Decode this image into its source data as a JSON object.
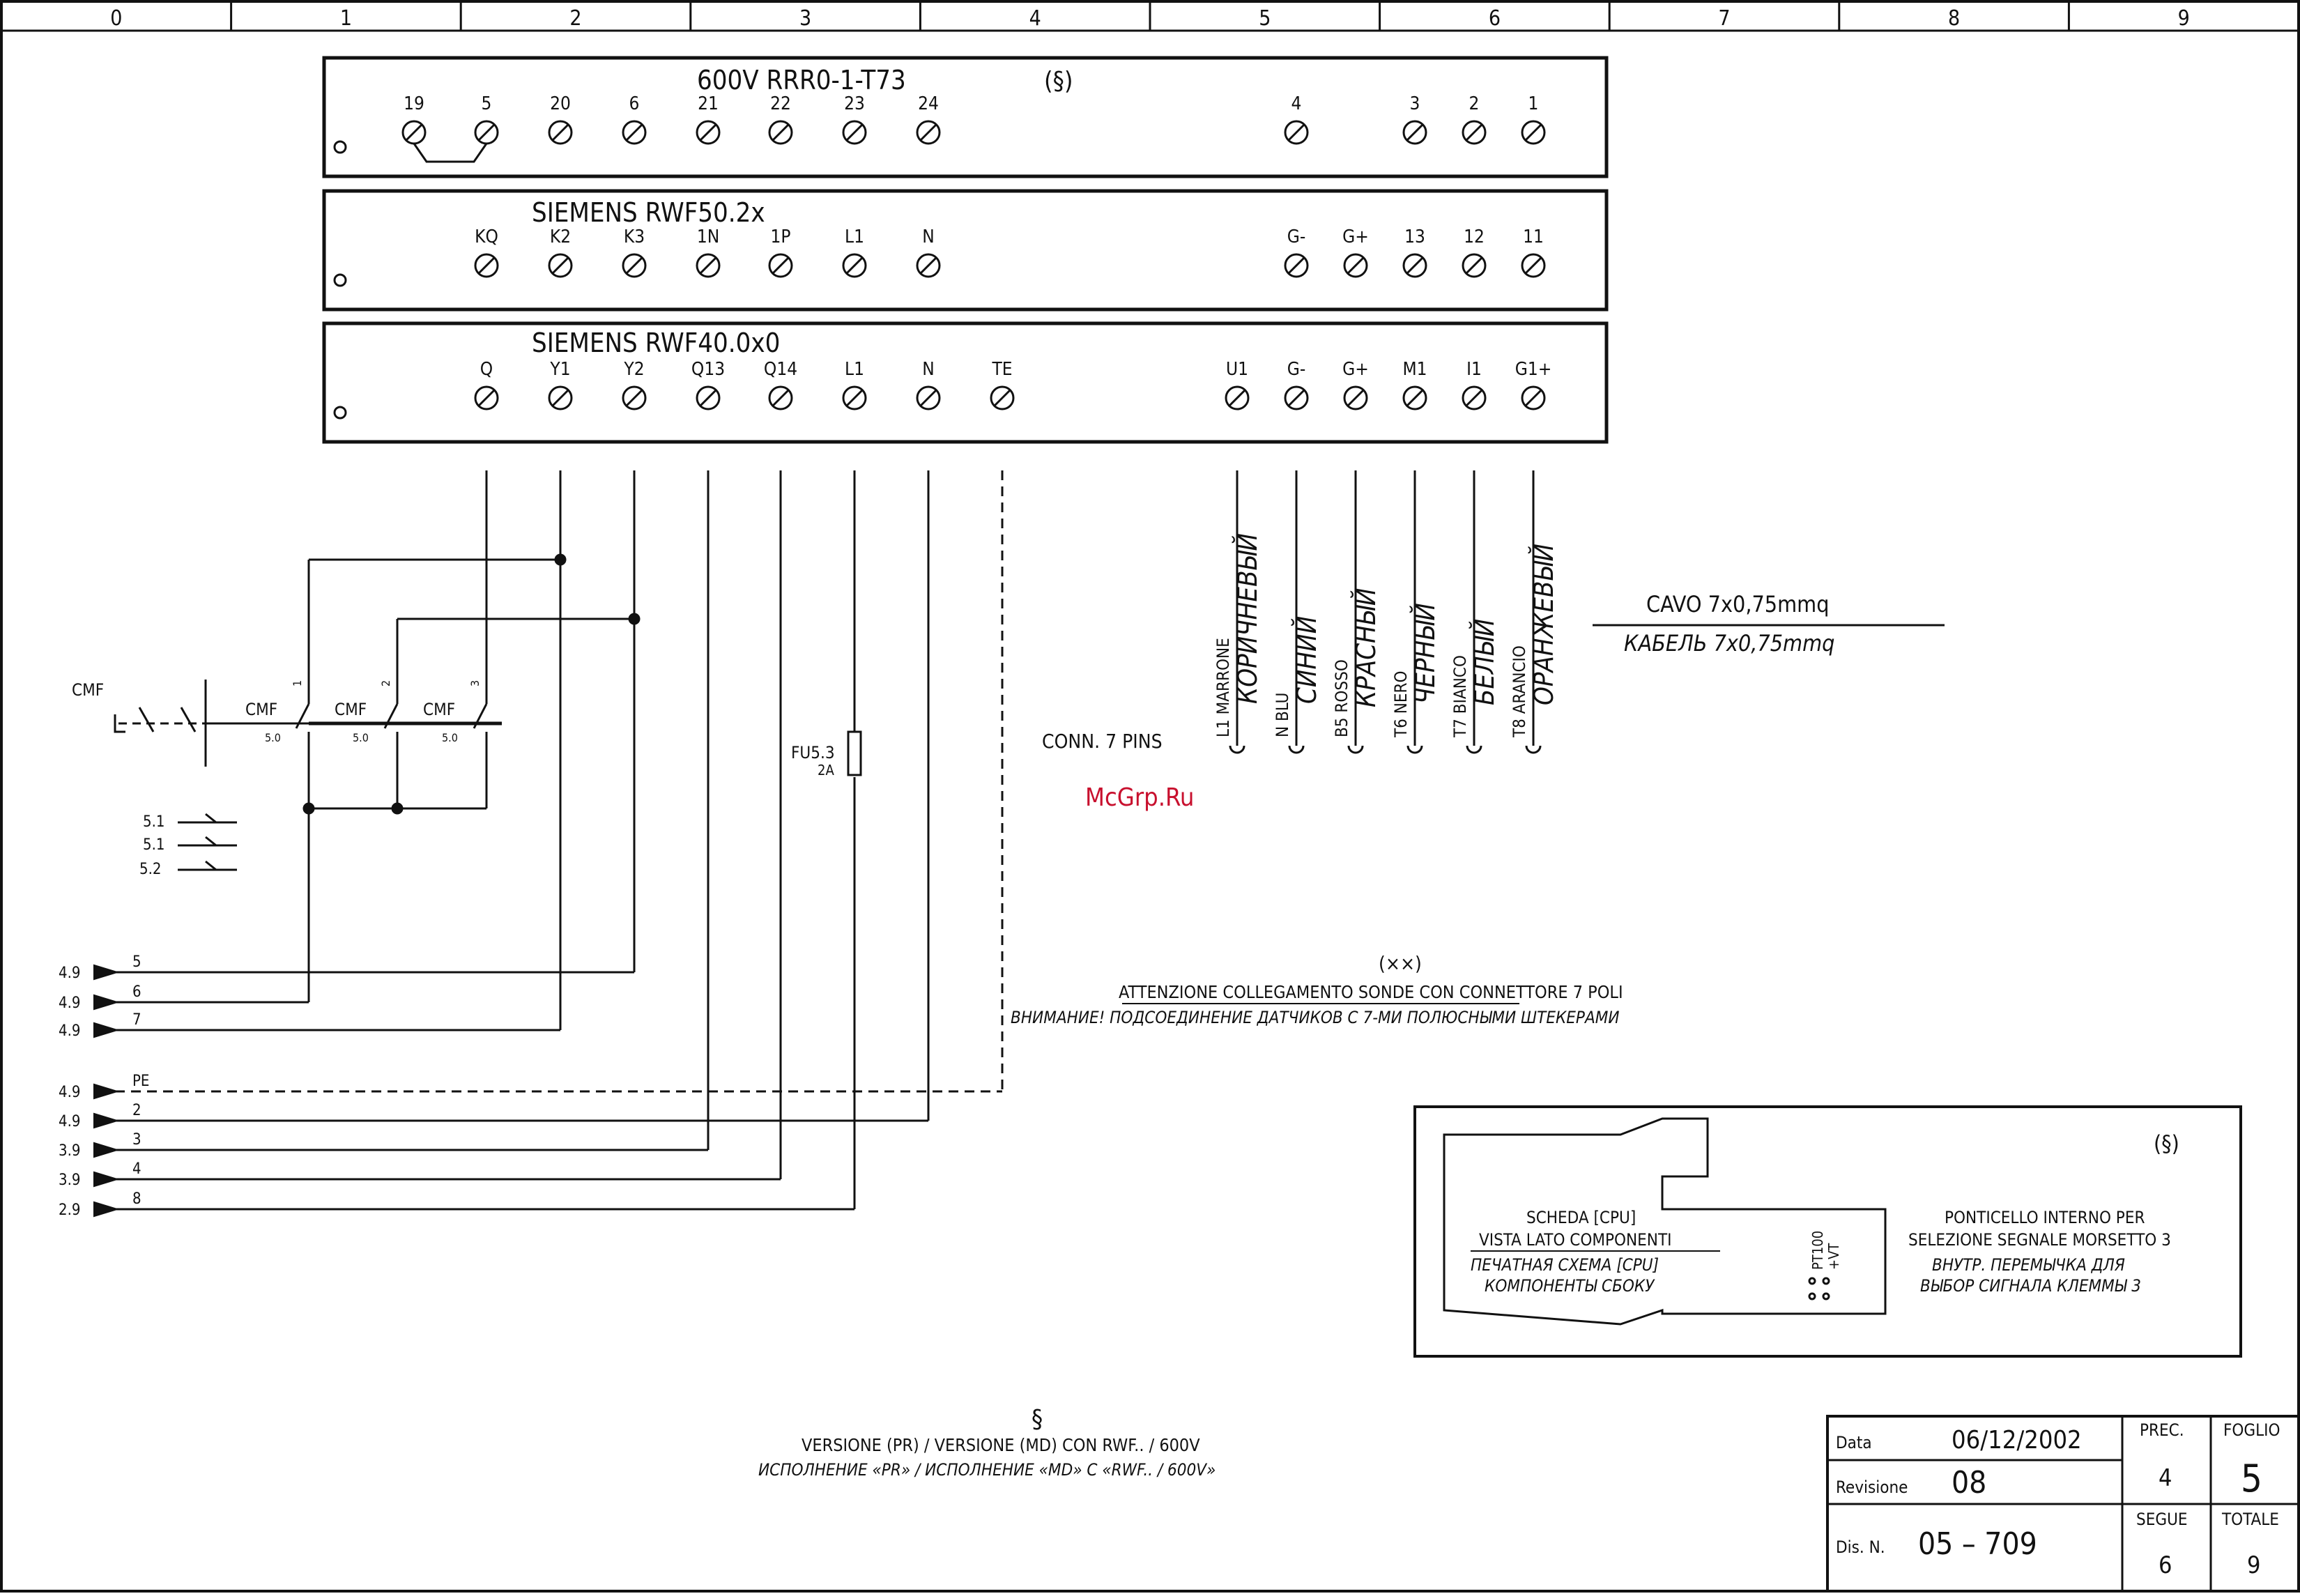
{
  "grid_columns": [
    "0",
    "1",
    "2",
    "3",
    "4",
    "5",
    "6",
    "7",
    "8",
    "9"
  ],
  "terminal_blocks": [
    {
      "title": "600V RRR0-1-T73",
      "note": "(§)",
      "left_terminals": [
        "19",
        "5",
        "20",
        "6",
        "21",
        "22",
        "23",
        "24"
      ],
      "right_terminals": [
        "4",
        "3",
        "2",
        "1"
      ]
    },
    {
      "title": "SIEMENS RWF50.2x",
      "note": "",
      "left_terminals": [
        "KQ",
        "K2",
        "K3",
        "1N",
        "1P",
        "L1",
        "N"
      ],
      "right_terminals": [
        "G-",
        "G+",
        "13",
        "12",
        "11"
      ]
    },
    {
      "title": "SIEMENS RWF40.0x0",
      "note": "",
      "left_terminals": [
        "Q",
        "Y1",
        "Y2",
        "Q13",
        "Q14",
        "L1",
        "N",
        "TE"
      ],
      "right_terminals": [
        "U1",
        "G-",
        "G+",
        "M1",
        "I1",
        "G1+"
      ]
    }
  ],
  "contactor": {
    "label": "CMF",
    "poles": [
      "CMF",
      "CMF",
      "CMF"
    ],
    "pole_refs": [
      "5.0",
      "5.0",
      "5.0"
    ],
    "pole_numbers": [
      "1",
      "2",
      "3"
    ],
    "aux_contacts": [
      "5.1",
      "5.1",
      "5.2"
    ]
  },
  "fuse": {
    "name": "FU5.3",
    "rating": "2A"
  },
  "connector": {
    "label": "CONN. 7 PINS"
  },
  "cable_wires": [
    {
      "code": "L1 MARRONE",
      "ru": "КОРИЧНЕВЫЙ"
    },
    {
      "code": "N  BLU",
      "ru": "СИНИЙ"
    },
    {
      "code": "B5 ROSSO",
      "ru": "КРАСНЫЙ"
    },
    {
      "code": "T6 NERO",
      "ru": "ЧЕРНЫЙ"
    },
    {
      "code": "T7 BIANCO",
      "ru": "БЕЛЫЙ"
    },
    {
      "code": "T8 ARANCIO",
      "ru": "ОРАНЖЕВЫЙ"
    }
  ],
  "cable": {
    "it": "CAVO  7x0,75mmq",
    "ru": "КАБЕЛЬ  7x0,75mmq"
  },
  "watermark": "McGrp.Ru",
  "outputs": [
    {
      "ref": "4.9",
      "label": "5"
    },
    {
      "ref": "4.9",
      "label": "6"
    },
    {
      "ref": "4.9",
      "label": "7"
    },
    {
      "ref": "4.9",
      "label": "PE"
    },
    {
      "ref": "4.9",
      "label": "2"
    },
    {
      "ref": "3.9",
      "label": "3"
    },
    {
      "ref": "3.9",
      "label": "4"
    },
    {
      "ref": "2.9",
      "label": "8"
    }
  ],
  "warning": {
    "mark": "(××)",
    "it": "ATTENZIONE COLLEGAMENTO SONDE CON CONNETTORE 7 POLI",
    "ru": "ВНИМАНИЕ! ПОДСОЕДИНЕНИЕ ДАТЧИКОВ С 7-МИ ПОЛЮСНЫМИ ШТЕКЕРАМИ"
  },
  "detail_box": {
    "mark": "(§)",
    "board_it_1": "SCHEDA [CPU]",
    "board_it_2": "VISTA LATO COMPONENTI",
    "board_ru_1": "ПЕЧАТНАЯ СХЕМА [CPU]",
    "board_ru_2": "КОМПОНЕНТЫ СБОКУ",
    "pins_1": "PT100",
    "pins_2": "+VT",
    "jumper_it_1": "PONTICELLO INTERNO PER",
    "jumper_it_2": "SELEZIONE SEGNALE MORSETTO 3",
    "jumper_ru_1": "ВНУТР. ПЕРЕМЫЧКА ДЛЯ",
    "jumper_ru_2": "ВЫБОР СИГНАЛА КЛЕММЫ 3"
  },
  "footnote": {
    "mark": "§",
    "it": "VERSIONE (PR) / VERSIONE (MD) CON RWF.. / 600V",
    "ru": "ИСПОЛНЕНИЕ «PR» / ИСПОЛНЕНИЕ «MD» С «RWF.. / 600V»"
  },
  "title_block": {
    "data_label": "Data",
    "data_value": "06/12/2002",
    "rev_label": "Revisione",
    "rev_value": "08",
    "dis_label": "Dis. N.",
    "dis_value": "05  –  709",
    "prec_label": "PREC.",
    "prec_value": "4",
    "foglio_label": "FOGLIO",
    "foglio_value": "5",
    "segue_label": "SEGUE",
    "segue_value": "6",
    "totale_label": "TOTALE",
    "totale_value": "9"
  }
}
